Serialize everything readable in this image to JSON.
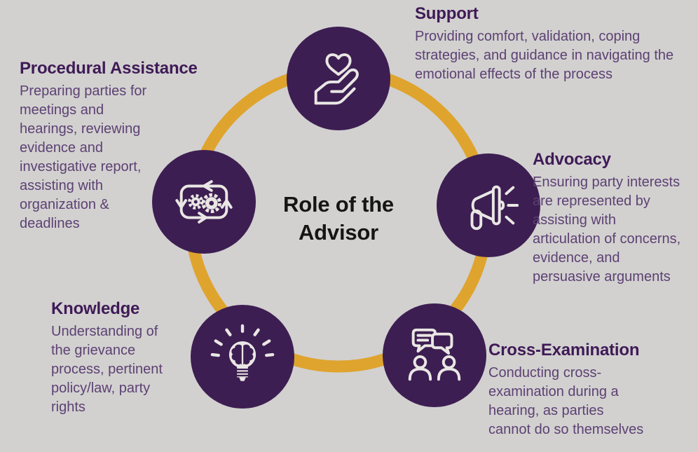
{
  "colors": {
    "background": "#d2d1d0",
    "circle": "#3d1e52",
    "ring": "#dfa42e",
    "heading": "#3f1a56",
    "body": "#5d4173",
    "title": "#151515",
    "icon": "#e9e7e4"
  },
  "title_lines": [
    "Role of the",
    "Advisor"
  ],
  "sections": {
    "support": {
      "title": "Support",
      "icon": "hand-holding-heart-icon",
      "lines": [
        "Providing comfort, validation, coping",
        "strategies, and guidance in navigating the",
        "emotional effects of the process"
      ]
    },
    "procedural": {
      "title": "Procedural Assistance",
      "icon": "process-gears-icon",
      "lines": [
        "Preparing parties for",
        "meetings and",
        "hearings, reviewing",
        "evidence and",
        "investigative report,",
        "assisting with",
        "organization &",
        "deadlines"
      ]
    },
    "advocacy": {
      "title": "Advocacy",
      "icon": "megaphone-icon",
      "lines": [
        "Ensuring party interests",
        "are represented by",
        "assisting with",
        "articulation of concerns,",
        "evidence, and",
        "persuasive arguments"
      ]
    },
    "knowledge": {
      "title": "Knowledge",
      "icon": "brain-lightbulb-icon",
      "lines": [
        "Understanding of",
        "the grievance",
        "process, pertinent",
        "policy/law, party",
        "rights"
      ]
    },
    "crossexam": {
      "title": "Cross-Examination",
      "icon": "conversation-icon",
      "lines": [
        "Conducting cross-",
        "examination during a",
        "hearing, as parties",
        "cannot do so themselves"
      ]
    }
  }
}
